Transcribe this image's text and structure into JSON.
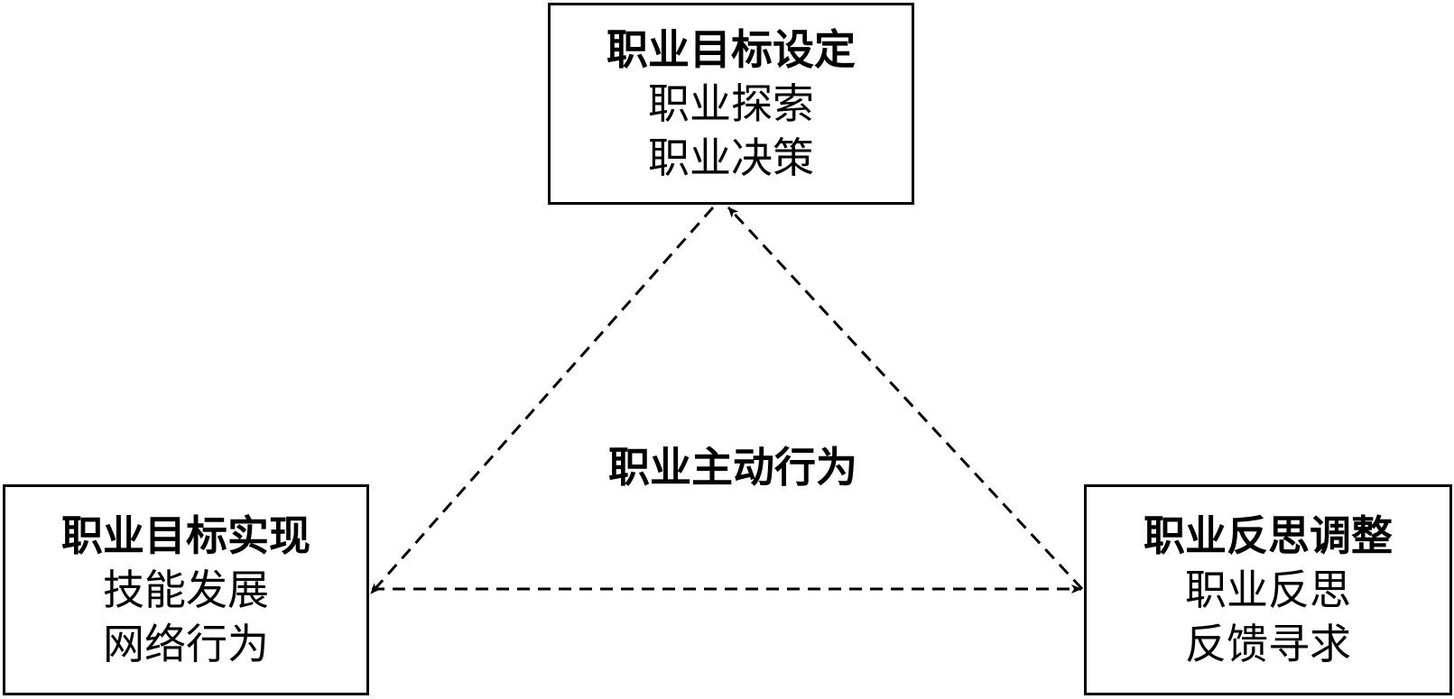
{
  "center_label": "职业主动行为",
  "boxes": {
    "top": {
      "title": "职业目标设定",
      "items": [
        "职业探索",
        "职业决策"
      ]
    },
    "left": {
      "title": "职业目标实现",
      "items": [
        "技能发展",
        "网络行为"
      ]
    },
    "right": {
      "title": "职业反思调整",
      "items": [
        "职业反思",
        "反馈寻求"
      ]
    }
  }
}
